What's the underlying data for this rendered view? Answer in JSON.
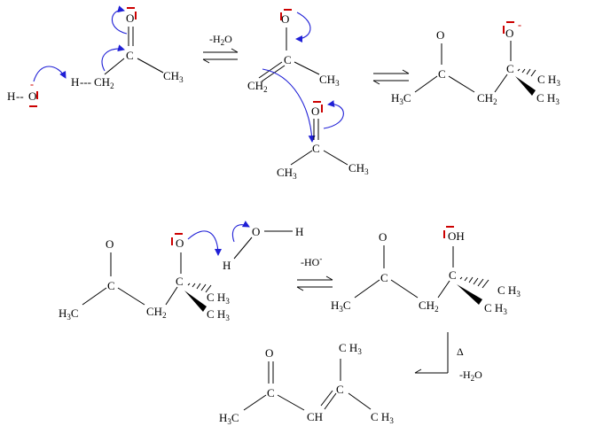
{
  "step1": {
    "hydroxide": {
      "h": "H",
      "dash": "--",
      "o": "O",
      "charge": "-"
    },
    "acetone": {
      "o": "O",
      "c": "C",
      "h": "H",
      "dash": "---",
      "ch2": "CH",
      "ch2_sub": "2",
      "ch3": "CH",
      "ch3_sub": "3"
    }
  },
  "arrow1": {
    "label_pre": "-H",
    "label_sub": "2",
    "label_post": "O"
  },
  "enolate": {
    "o": "O",
    "c": "C",
    "ch2": "CH",
    "ch2_sub": "2",
    "ch3": "CH",
    "ch3_sub": "3"
  },
  "acetone2": {
    "o": "O",
    "c": "C",
    "ch3a": "CH",
    "ch3a_sub": "3",
    "ch3b": "CH",
    "ch3b_sub": "3"
  },
  "adduct1": {
    "o1": "O",
    "c1": "C",
    "h3c": "H",
    "h3c_sub": "3",
    "h3c_c": "C",
    "ch2": "CH",
    "ch2_sub": "2",
    "o2": "O",
    "c2": "C",
    "ch3a": "C H",
    "ch3a_sub": "3",
    "ch3b": "C H",
    "ch3b_sub": "3"
  },
  "adduct2": {
    "o1": "O",
    "c1": "C",
    "h3c": "H",
    "h3c_sub": "3",
    "h3c_c": "C",
    "ch2": "CH",
    "ch2_sub": "2",
    "o2": "O",
    "c2": "C",
    "ch3a": "C H",
    "ch3a_sub": "3",
    "ch3b": "C H",
    "ch3b_sub": "3"
  },
  "water": {
    "o": "O",
    "h1": "H",
    "h2": "H"
  },
  "arrow3": {
    "label": "-HO",
    "charge": "-"
  },
  "aldol": {
    "o1": "O",
    "c1": "C",
    "h3c": "H",
    "h3c_sub": "3",
    "h3c_c": "C",
    "ch2": "CH",
    "ch2_sub": "2",
    "oh": "OH",
    "c2": "C",
    "ch3a": "C H",
    "ch3a_sub": "3",
    "ch3b": "C H",
    "ch3b_sub": "3"
  },
  "arrow4": {
    "heat": "Δ",
    "label_pre": "-H",
    "label_sub": "2",
    "label_post": "O"
  },
  "product": {
    "o": "O",
    "c1": "C",
    "h3c": "H",
    "h3c_sub": "3",
    "h3c_c": "C",
    "ch": "CH",
    "c2": "C",
    "ch3a": "C H",
    "ch3a_sub": "3",
    "ch3b": "C H",
    "ch3b_sub": "3"
  }
}
